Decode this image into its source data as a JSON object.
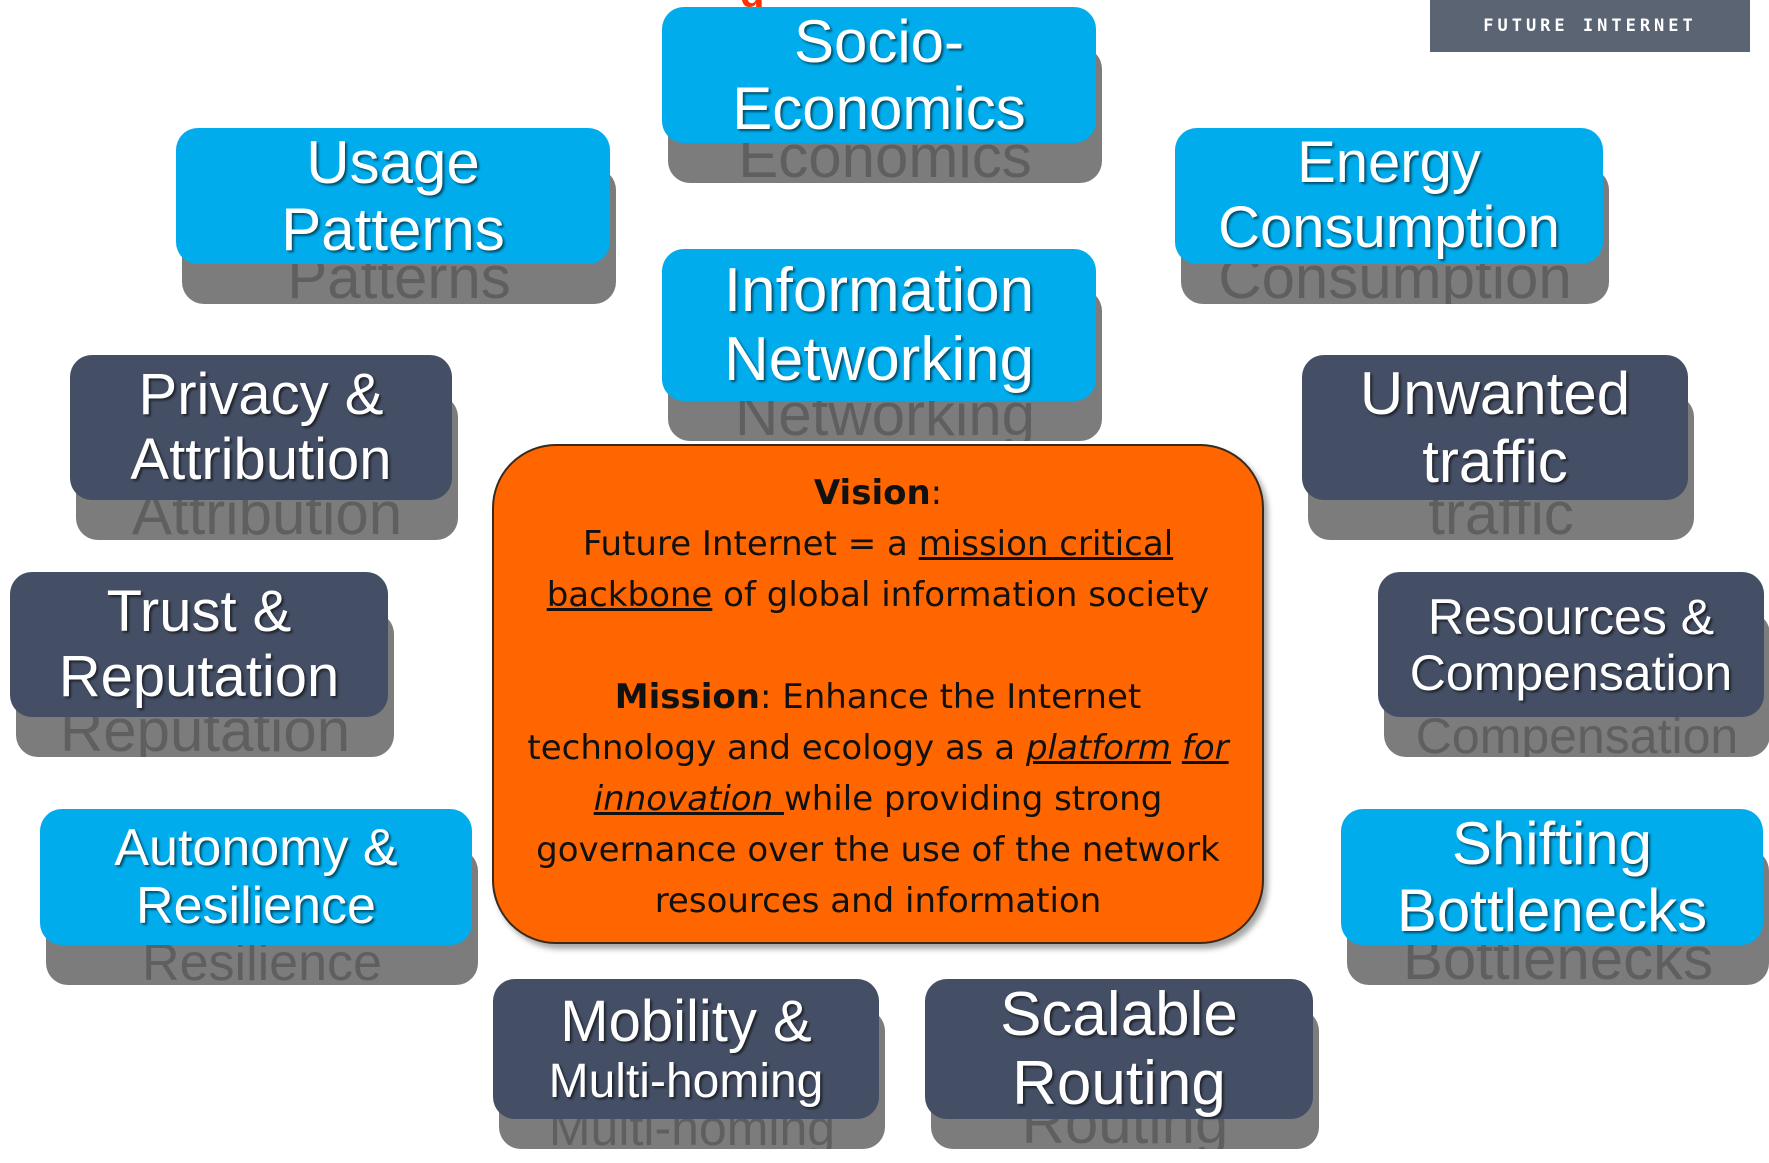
{
  "header": {
    "title_fragment": "g"
  },
  "logo": {
    "text": "FUTURE INTERNET"
  },
  "colors": {
    "blue": "#00acec",
    "slate": "#444e64",
    "orange": "#ff6600",
    "shadow": "#7c7c7c"
  },
  "topics": {
    "socio_economics": {
      "line1": "Socio-",
      "line2": "Economics"
    },
    "usage_patterns": {
      "line1": "Usage",
      "line2": "Patterns"
    },
    "energy_consumption": {
      "line1": "Energy",
      "line2": "Consumption"
    },
    "information_networking": {
      "line1": "Information",
      "line2": "Networking"
    },
    "privacy_attribution": {
      "line1": "Privacy &",
      "line2": "Attribution"
    },
    "unwanted_traffic": {
      "line1": "Unwanted",
      "line2": "traffic"
    },
    "trust_reputation": {
      "line1": "Trust &",
      "line2": "Reputation"
    },
    "resources_compensation": {
      "line1": "Resources &",
      "line2": "Compensation"
    },
    "autonomy_resilience": {
      "line1": "Autonomy &",
      "line2": "Resilience"
    },
    "shifting_bottlenecks": {
      "line1": "Shifting",
      "line2": "Bottlenecks"
    },
    "mobility_multihoming": {
      "line1": "Mobility &",
      "line2": "Multi-homing"
    },
    "scalable_routing": {
      "line1": "Scalable",
      "line2": "Routing"
    }
  },
  "center": {
    "vision_label": "Vision",
    "vision_colon": ":",
    "vision_pre": "Future Internet = a ",
    "vision_link1": "mission critical",
    "vision_link2": "backbone",
    "vision_post": " of global information society",
    "mission_label": "Mission",
    "mission_pre": ": Enhance the Internet technology and ecology as a ",
    "mission_italic1": "platform",
    "mission_italic2": "for innovation ",
    "mission_post": "while providing strong governance over the use of the network resources and information"
  }
}
